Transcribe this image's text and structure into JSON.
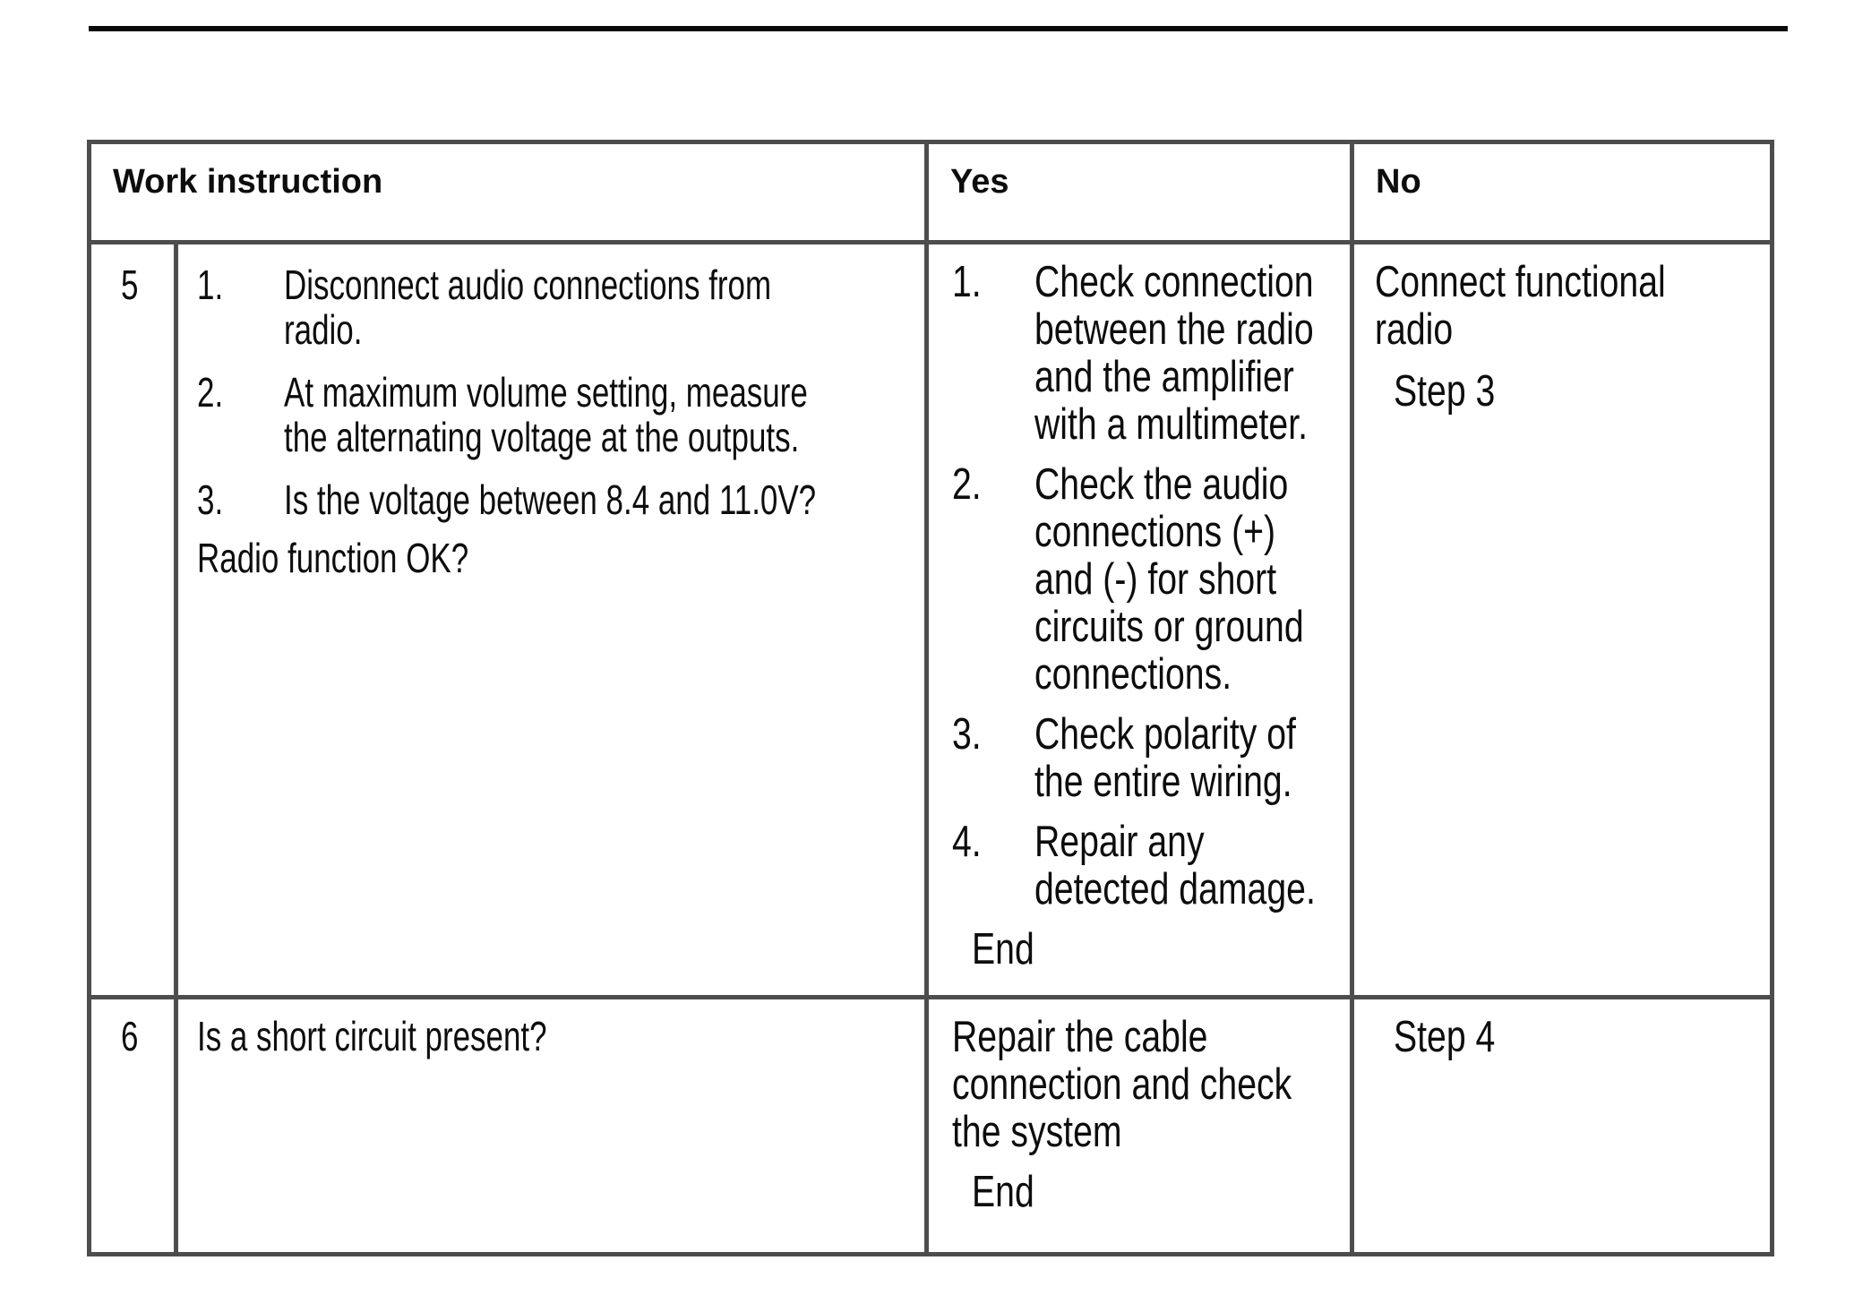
{
  "table": {
    "headers": {
      "work": "Work instruction",
      "yes": "Yes",
      "no": "No"
    },
    "rows": [
      {
        "step": "5",
        "work": {
          "items": [
            {
              "num": "1.",
              "lines": [
                "Disconnect audio connections from",
                "radio."
              ]
            },
            {
              "num": "2.",
              "lines": [
                "At maximum volume setting, measure",
                "the alternating voltage at the outputs."
              ]
            },
            {
              "num": "3.",
              "lines": [
                "Is the voltage between 8.4 and 11.0V?"
              ]
            }
          ],
          "para": "Radio function OK?"
        },
        "yes": {
          "items": [
            {
              "num": "1.",
              "lines": [
                "Check connection",
                "between the radio",
                "and the amplifier",
                "with a multimeter."
              ]
            },
            {
              "num": "2.",
              "lines": [
                "Check the audio",
                "connections (+)",
                "and (-) for short",
                "circuits or ground",
                "connections."
              ]
            },
            {
              "num": "3.",
              "lines": [
                "Check polarity of",
                "the entire wiring."
              ]
            },
            {
              "num": "4.",
              "lines": [
                "Repair any",
                "detected damage."
              ]
            }
          ],
          "end": "End"
        },
        "no": {
          "lines": [
            "Connect functional",
            "radio"
          ],
          "step_ref": "Step 3"
        }
      },
      {
        "step": "6",
        "work": {
          "question": "Is a short circuit present?"
        },
        "yes": {
          "lines": [
            "Repair the cable",
            "connection and check",
            "the system"
          ],
          "end": "End"
        },
        "no": {
          "step_ref": "Step 4"
        }
      }
    ]
  },
  "colors": {
    "table_border": "#4d4d4d",
    "top_rule": "#0a0a0a",
    "text": "#0d0d0d",
    "background": "#ffffff"
  }
}
